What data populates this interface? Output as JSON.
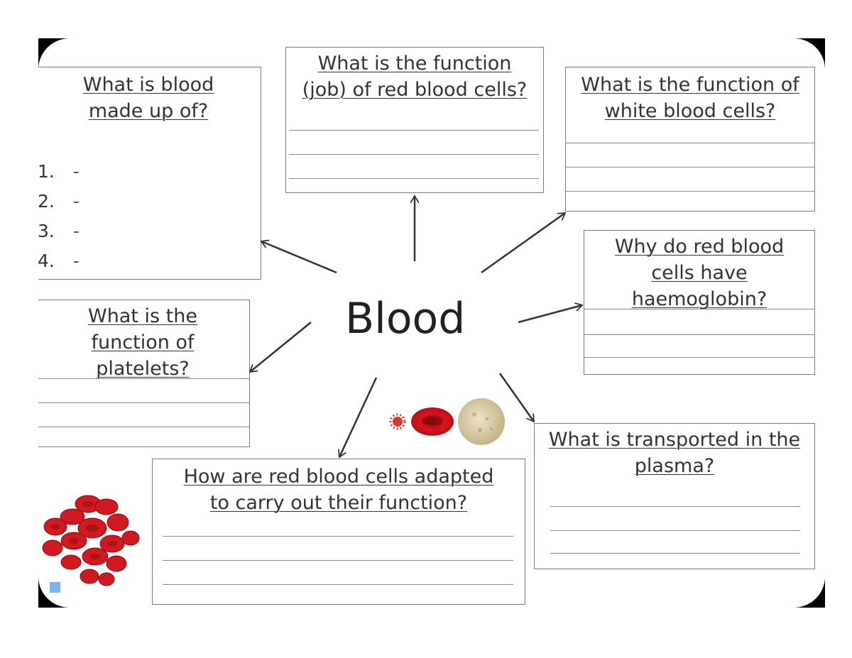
{
  "center": {
    "title": "Blood"
  },
  "boxes": {
    "made_up_of": {
      "question": "What is blood made up of?",
      "items": [
        "1.",
        "2.",
        "3.",
        "4."
      ],
      "blank": "-"
    },
    "red_cells_function": {
      "question": "What is the function (job) of red blood cells?"
    },
    "white_cells_function": {
      "question": "What is the function of white blood cells?"
    },
    "haemoglobin": {
      "question": "Why do red blood cells have haemoglobin?"
    },
    "platelets": {
      "question": "What is the function of platelets?"
    },
    "plasma": {
      "question": "What is transported in the plasma?"
    },
    "adapted": {
      "question": "How are red blood cells adapted to carry out their function?"
    }
  },
  "colors": {
    "frame": "#000000",
    "box_border": "#7a7a7a",
    "text": "#333333",
    "red_cell": "#d8141c",
    "white_cell": "#d9cfa8",
    "platelet": "#d63a2e",
    "marker": "#7fb4e8"
  }
}
